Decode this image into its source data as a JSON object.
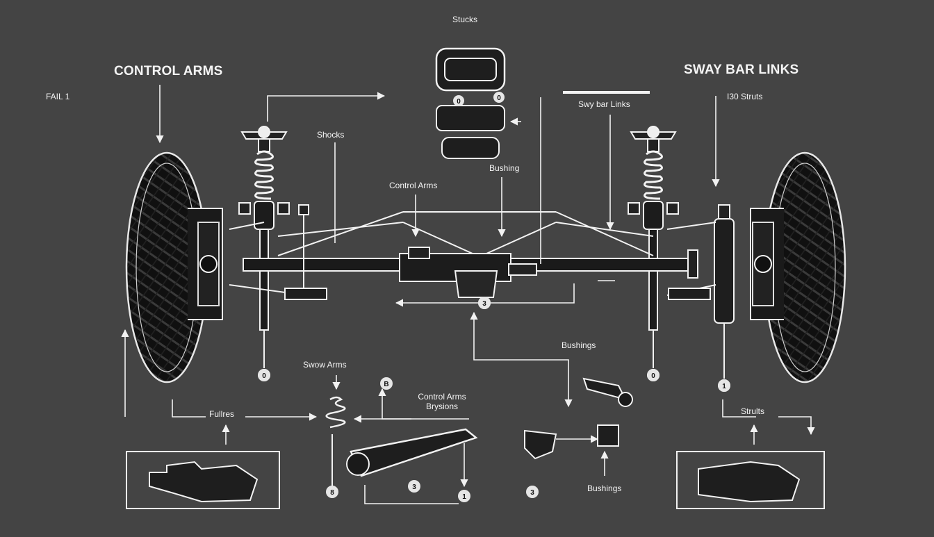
{
  "diagram": {
    "background": "#444444",
    "line_color": "#f2f2f2",
    "labels": {
      "control_arms_title": "CONTROL ARMS",
      "sway_bar_links_title": "SWAY BAR LINKS",
      "fail": "FAIL 1",
      "top_struts": "Stucks",
      "shocks": "Shocks",
      "bushing": "Bushing",
      "control_arms_center": "Control Arms",
      "sway_bar_links_small": "Swy bar Links",
      "struts_top_right": "I30 Struts",
      "swow_arms": "Swow Arms",
      "control_arms_bottom_1": "Control Arms",
      "control_arms_bottom_2": "Brysions",
      "bushings_mid": "Bushings",
      "bushings_bottom": "Bushings",
      "failures": "Fullres",
      "struts_bottom_right": "Strults"
    },
    "badges": {
      "left_hub": "0",
      "right_hub": "0",
      "center_diff": "3",
      "right_strut": "1",
      "bottom_link": "8",
      "bottom_arm_mid": "3",
      "bottom_arm_right": "1",
      "bushing_bottom": "3",
      "bottom_link_top": "B",
      "top_bracket_left": "0",
      "top_bracket_right": "0"
    }
  }
}
